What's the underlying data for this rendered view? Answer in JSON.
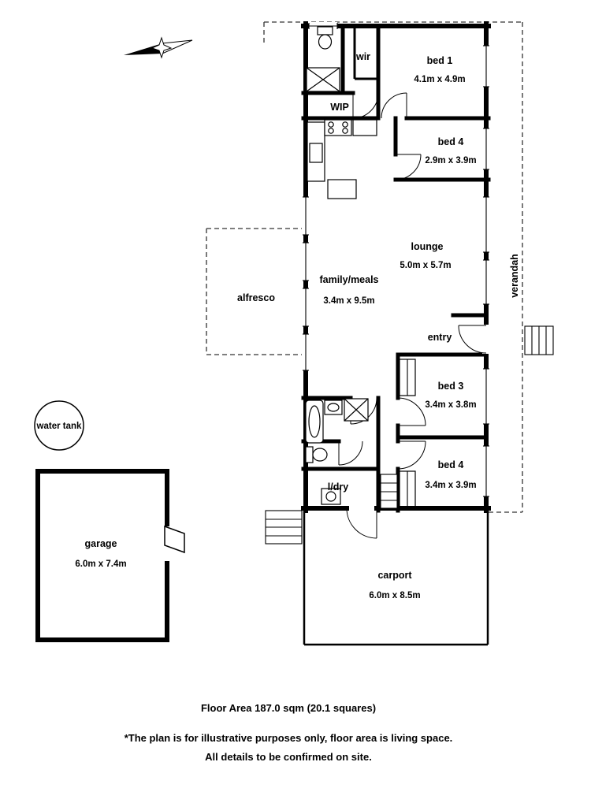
{
  "rooms": {
    "wir": {
      "label": "wir"
    },
    "wip": {
      "label": "WIP"
    },
    "bed1": {
      "label": "bed 1",
      "dims": "4.1m x 4.9m"
    },
    "bed4_top": {
      "label": "bed 4",
      "dims": "2.9m x 3.9m"
    },
    "lounge": {
      "label": "lounge",
      "dims": "5.0m x 5.7m"
    },
    "family_meals": {
      "label": "family/meals",
      "dims": "3.4m x 9.5m"
    },
    "alfresco": {
      "label": "alfresco"
    },
    "verandah": {
      "label": "verandah"
    },
    "entry": {
      "label": "entry"
    },
    "bed3": {
      "label": "bed 3",
      "dims": "3.4m x 3.8m"
    },
    "bed4_bottom": {
      "label": "bed 4",
      "dims": "3.4m x 3.9m"
    },
    "ldry": {
      "label": "l/dry"
    },
    "garage": {
      "label": "garage",
      "dims": "6.0m x 7.4m"
    },
    "carport": {
      "label": "carport",
      "dims": "6.0m x 8.5m"
    },
    "water_tank": {
      "label": "water tank"
    }
  },
  "footer": {
    "floor_area": "Floor Area 187.0 sqm (20.1 squares)",
    "disclaimer_line1": "*The plan is for illustrative purposes only, floor area is living space.",
    "disclaimer_line2": "All details to be confirmed on site."
  },
  "colors": {
    "wall": "#000000",
    "background": "#ffffff",
    "dashed_line": "#333333"
  }
}
